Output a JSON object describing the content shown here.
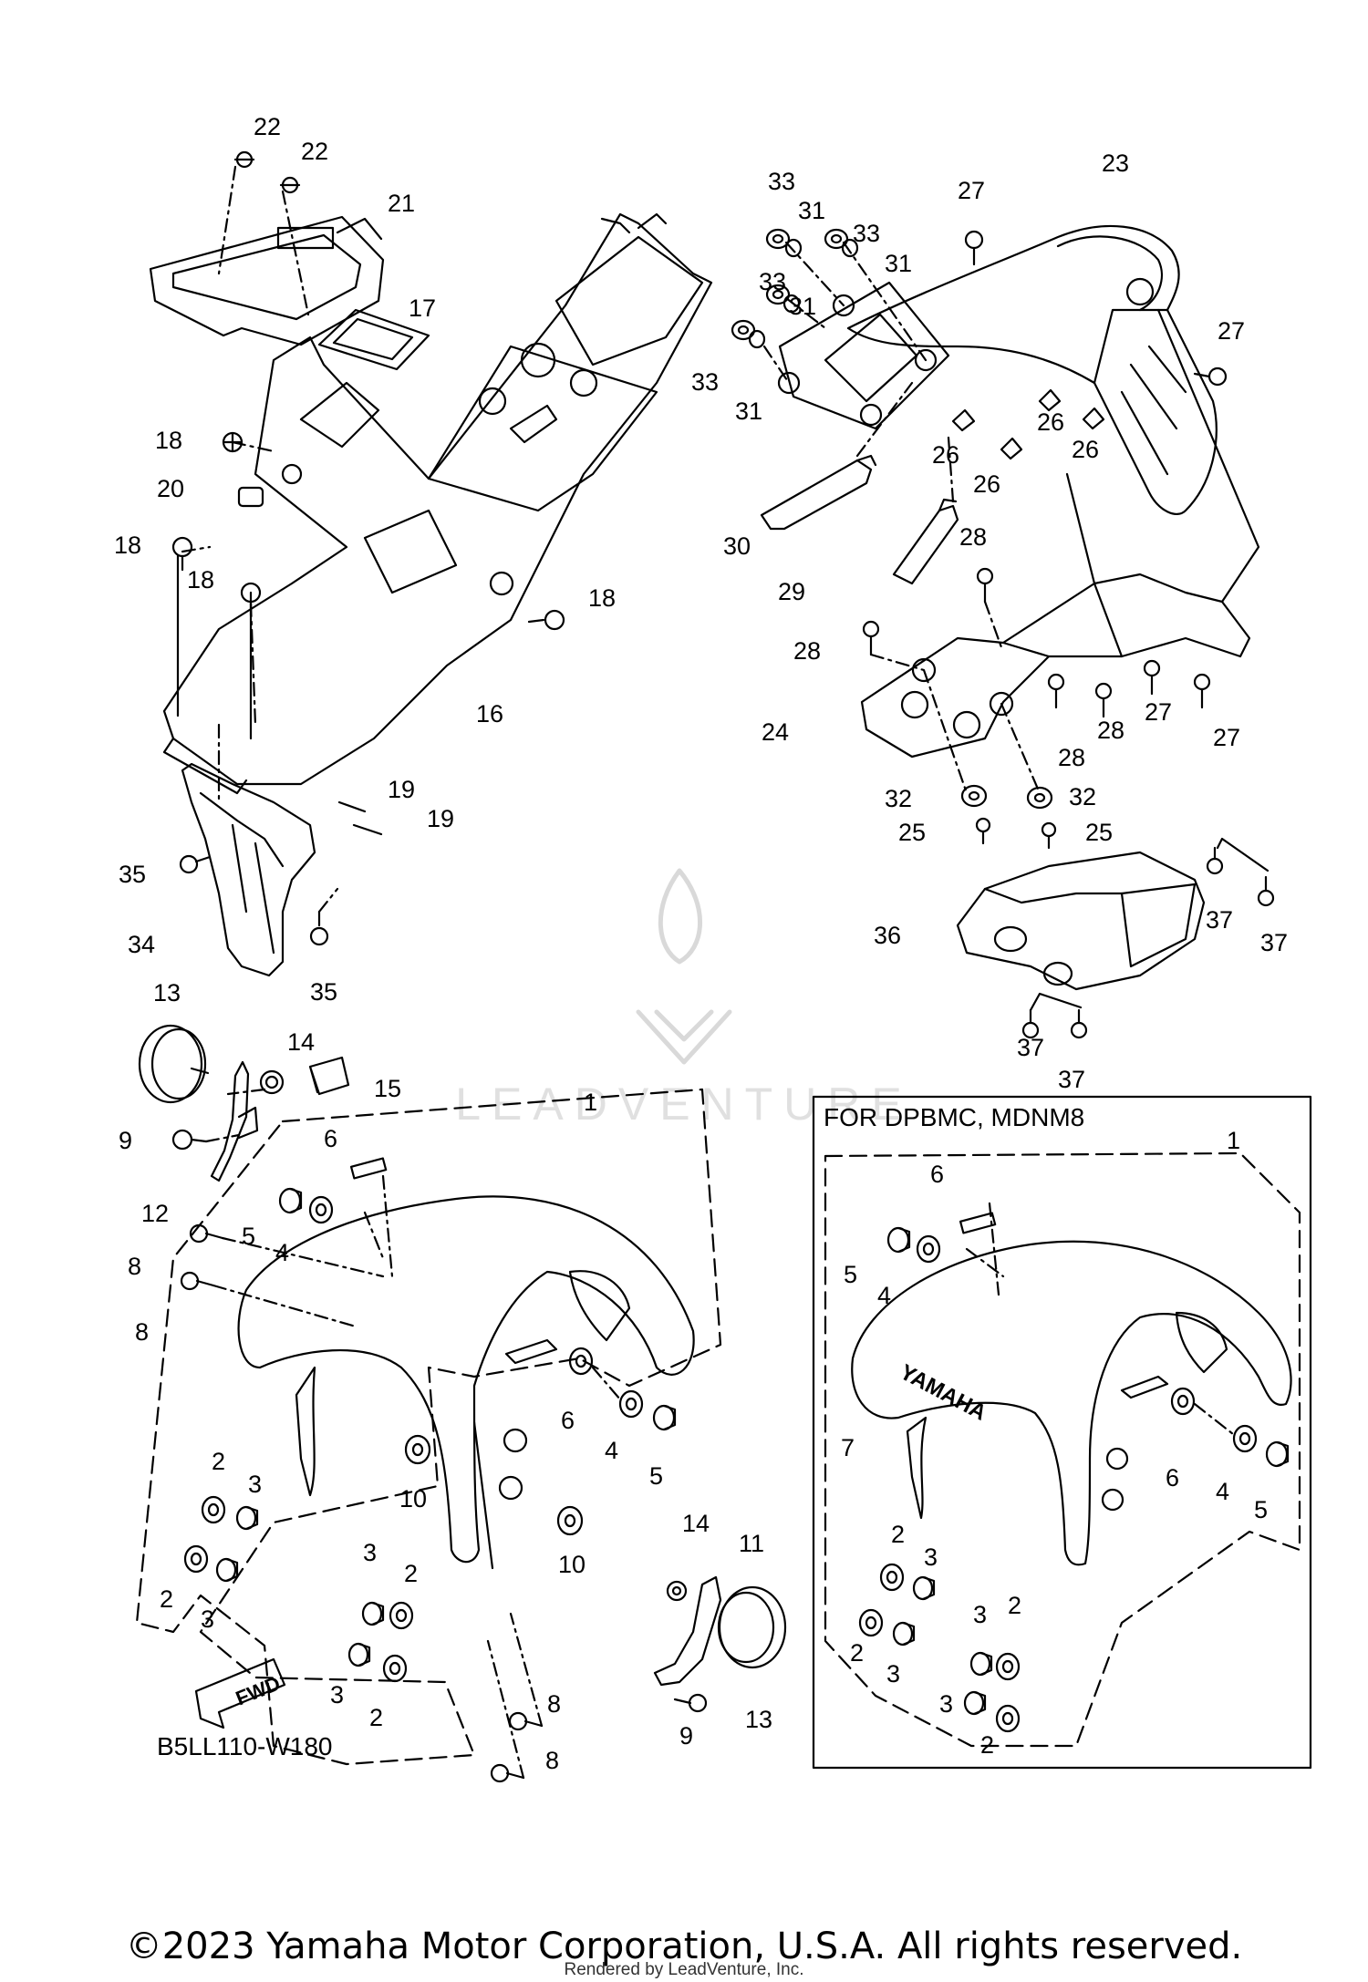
{
  "callouts": [
    "1",
    "2",
    "3",
    "4",
    "5",
    "6",
    "7",
    "8",
    "9",
    "10",
    "11",
    "12",
    "13",
    "14",
    "15",
    "16",
    "17",
    "18",
    "19",
    "20",
    "21",
    "22",
    "23",
    "24",
    "25",
    "26",
    "27",
    "28",
    "29",
    "30",
    "31",
    "32",
    "33",
    "34",
    "35",
    "36",
    "37"
  ],
  "inset_title": "FOR DPBMC, MDNM8",
  "fwd_label": "FWD",
  "fender_brand": "YAMAHA",
  "diagram_code": "B5LL110-W180",
  "watermark_text": "LEADVENTURE",
  "copyright": "©2023 Yamaha Motor Corporation, U.S.A. All rights reserved.",
  "rendered_by": "Rendered by LeadVenture, Inc."
}
